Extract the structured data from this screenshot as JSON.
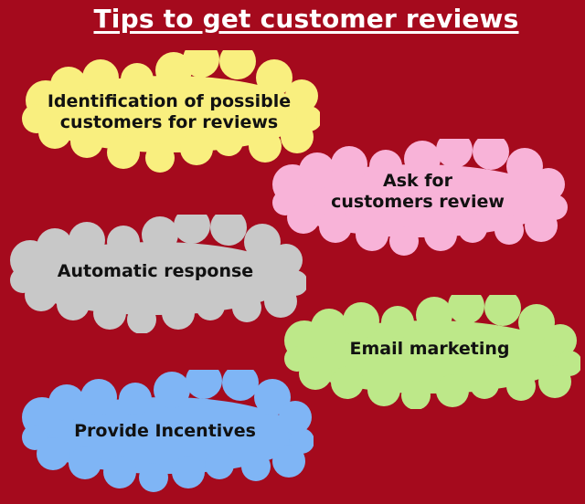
{
  "title": "Tips to get customer reviews",
  "colors": {
    "background": "#a50a1d",
    "title_text": "#ffffff",
    "label_text": "#111111"
  },
  "tips": [
    {
      "label_lines": [
        "Identification of",
        "possible customers for",
        "reviews"
      ],
      "label": "Identification of possible customers for reviews",
      "color": "#f9ef7f"
    },
    {
      "label_lines": [
        "Ask for customers",
        "review"
      ],
      "label": "Ask for customers review",
      "color": "#f8b3d8"
    },
    {
      "label_lines": [
        "Automatic response"
      ],
      "label": "Automatic response",
      "color": "#c8c8c8"
    },
    {
      "label_lines": [
        "Email marketing"
      ],
      "label": "Email marketing",
      "color": "#bde889"
    },
    {
      "label_lines": [
        "Provide Incentives"
      ],
      "label": "Provide Incentives",
      "color": "#7fb5f5"
    }
  ]
}
